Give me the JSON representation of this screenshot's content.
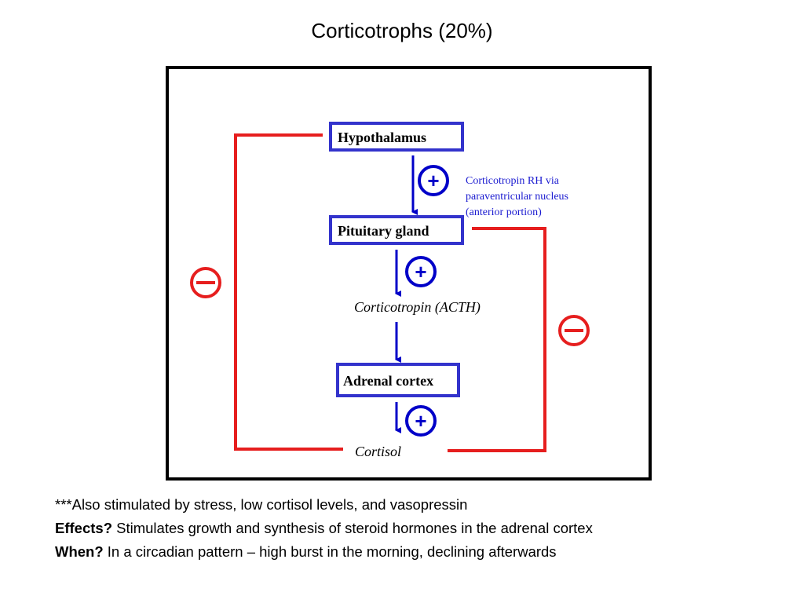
{
  "title": "Corticotrophs (20%)",
  "diagram": {
    "nodes": {
      "hypothalamus": "Hypothalamus",
      "pituitary": "Pituitary gland",
      "adrenal": "Adrenal cortex"
    },
    "products": {
      "acth": "Corticotropin (ACTH)",
      "cortisol": "Cortisol"
    },
    "annotation": [
      "Corticotropin RH via",
      "paraventricular nucleus",
      "(anterior portion)"
    ],
    "stimulation_sign": "+",
    "inhibition_sign": "−",
    "colors": {
      "box_border": "#3333cc",
      "arrow": "#0000c8",
      "feedback": "#e61e1e",
      "frame": "#000000"
    }
  },
  "notes": {
    "line1": "***Also stimulated by stress, low cortisol levels, and vasopressin",
    "effects_label": "Effects?",
    "effects_text": " Stimulates growth and synthesis of steroid hormones in the adrenal cortex",
    "when_label": "When?",
    "when_text": " In a circadian pattern – high burst in the morning, declining afterwards"
  }
}
